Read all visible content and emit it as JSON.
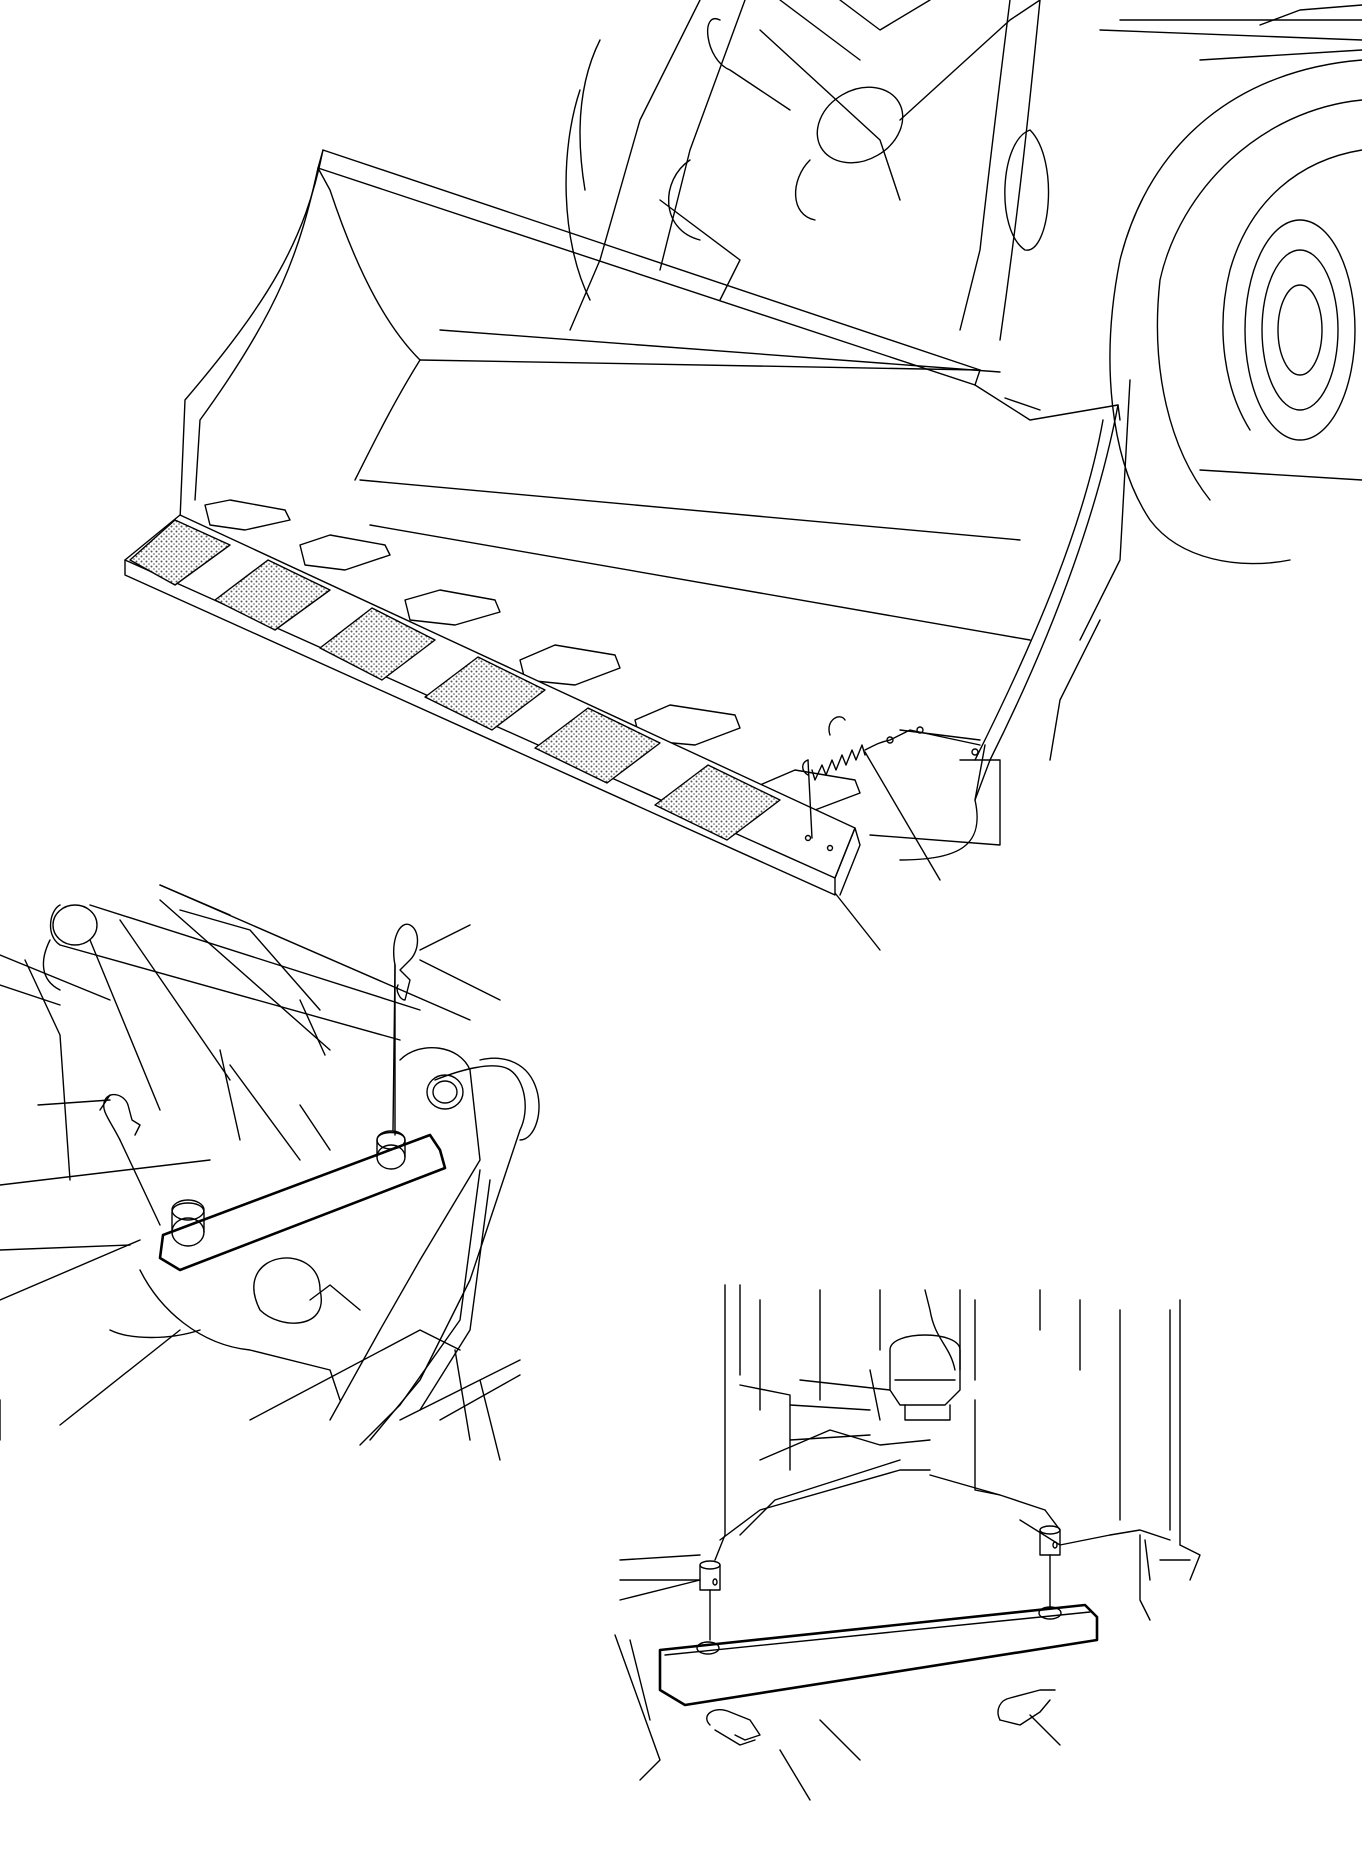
{
  "figure": {
    "panels": [
      {
        "id": "bucket",
        "label": ""
      },
      {
        "id": "lift-arm-lock",
        "label": ""
      },
      {
        "id": "articulation-lock",
        "label": ""
      }
    ],
    "line_color": "#000000",
    "shade_color": "#555555",
    "background": "#ffffff"
  }
}
